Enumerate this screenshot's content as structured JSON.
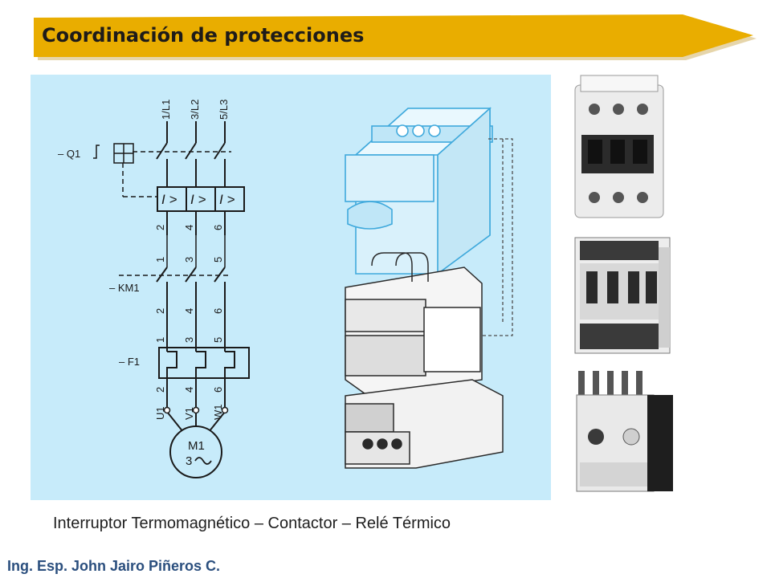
{
  "header": {
    "title": "Coordinación de protecciones",
    "color": "#e9ad00"
  },
  "schematic": {
    "terminals_top": [
      "1/L1",
      "3/L2",
      "5/L3"
    ],
    "q1_label": "– Q1",
    "trip_symbol": "I >",
    "q1_out": [
      "2",
      "4",
      "6"
    ],
    "km1_in": [
      "1",
      "3",
      "5"
    ],
    "km1_label": "– KM1",
    "km1_out": [
      "2",
      "4",
      "6"
    ],
    "f1_in": [
      "1",
      "3",
      "5"
    ],
    "f1_label": "– F1",
    "f1_out": [
      "2",
      "4",
      "6"
    ],
    "motor_terminals": [
      "U1",
      "V1",
      "W1"
    ],
    "motor_name": "M1",
    "motor_phase": "3",
    "motor_ac_icon": "ac-tilde-icon"
  },
  "photos": {
    "breaker": "circuit-breaker-photo",
    "contactor": "contactor-photo",
    "relay": "thermal-relay-photo"
  },
  "caption": "Interruptor Termomagnético – Contactor – Relé Térmico",
  "author": "Ing. Esp. John Jairo Piñeros C."
}
